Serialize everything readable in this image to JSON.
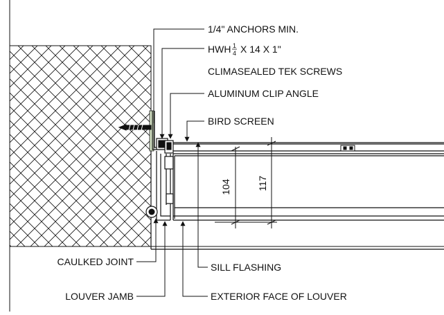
{
  "labels": {
    "anchors": "1/4\" ANCHORS MIN.",
    "hwh_prefix": "HWH",
    "hwh_num": "1",
    "hwh_den": "4",
    "hwh_suffix": "X 14 X 1\"",
    "tek_screws": "CLIMASEALED TEK SCREWS",
    "clip_angle": "ALUMINUM CLIP ANGLE",
    "bird_screen": "BIRD SCREEN",
    "caulked_joint": "CAULKED JOINT",
    "sill_flashing": "SILL FLASHING",
    "louver_jamb": "LOUVER JAMB",
    "exterior_face": "EXTERIOR FACE OF LOUVER"
  },
  "dimensions": {
    "inner": "104",
    "outer": "117"
  },
  "colors": {
    "line": "#111111",
    "wall_fill": "#ffffff",
    "sealant": "#d8e6c8"
  }
}
